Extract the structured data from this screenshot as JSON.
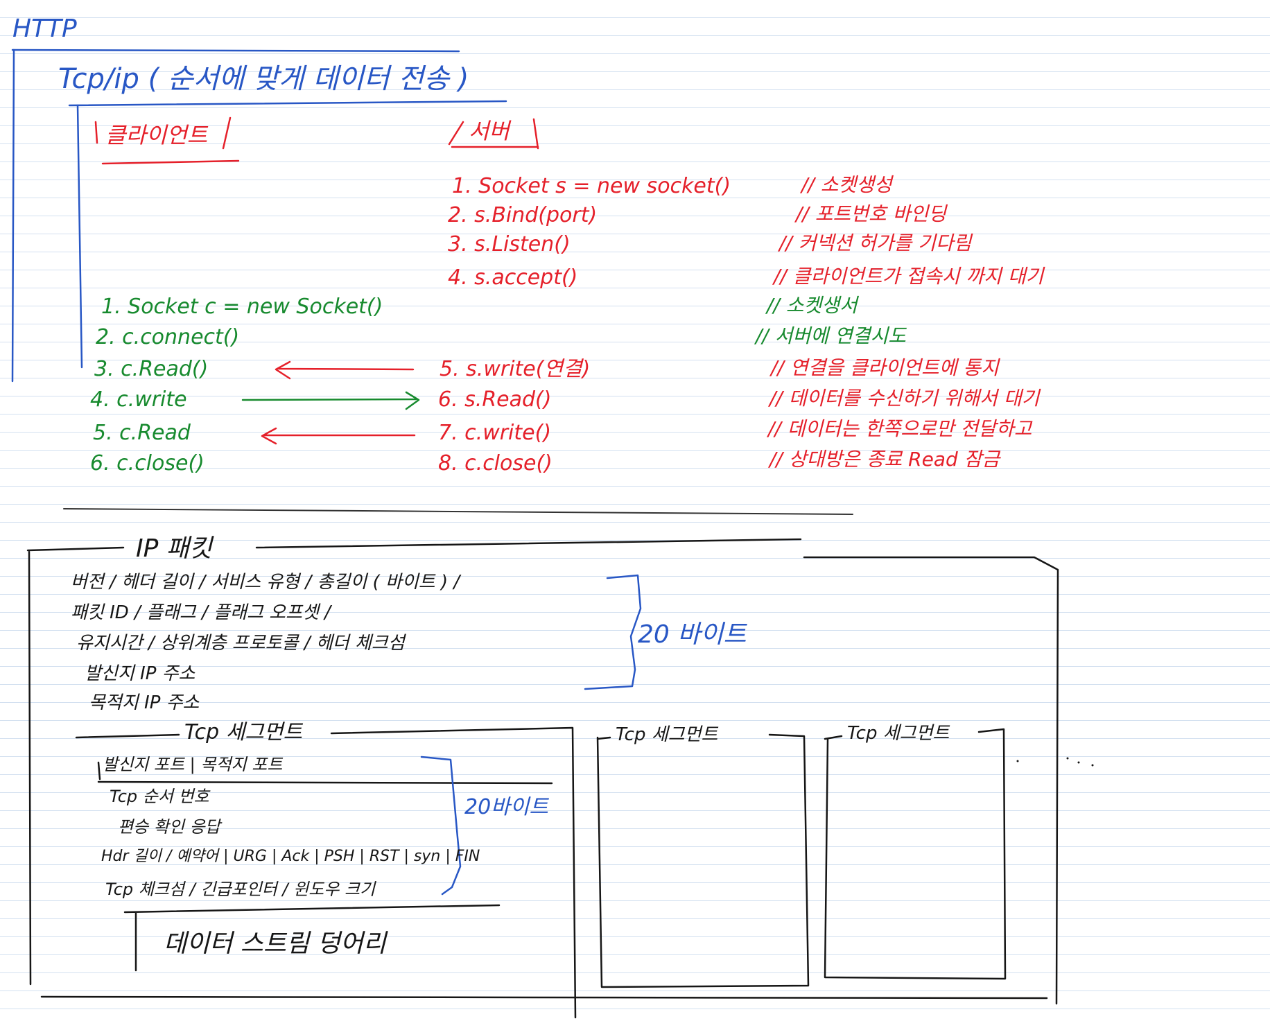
{
  "colors": {
    "blue": "#2857c5",
    "red": "#e5202a",
    "green": "#178a2e",
    "black": "#161616",
    "ruled_line": "#d3e0f0"
  },
  "title": "HTTP",
  "tcpip": {
    "heading": "Tcp/ip ( 순서에 맞게 데이터 전송 )",
    "client_label": "클라이언트",
    "server_label": "서버",
    "server_steps": [
      {
        "code": "1. Socket s = new socket()",
        "comment": "// 소켓생성"
      },
      {
        "code": "2. s.Bind(port)",
        "comment": "// 포트번호 바인딩"
      },
      {
        "code": "3. s.Listen()",
        "comment": "// 커넥션 허가를 기다림"
      },
      {
        "code": "4. s.accept()",
        "comment": "// 클라이언트가 접속시 까지 대기"
      }
    ],
    "client_steps": [
      {
        "code": "1. Socket c = new Socket()",
        "comment": "// 소켓생서"
      },
      {
        "code": "2. c.connect()",
        "comment": "// 서버에 연결시도"
      },
      {
        "code": "3. c.Read()"
      },
      {
        "code": "4. c.write"
      },
      {
        "code": "5. c.Read"
      },
      {
        "code": "6. c.close()"
      }
    ],
    "server_exchange": [
      {
        "code": "5. s.write(연결)",
        "comment": "// 연결을 클라이언트에 통지"
      },
      {
        "code": "6. s.Read()",
        "comment": "// 데이터를 수신하기 위해서 대기"
      },
      {
        "code": "7. c.write()",
        "comment": "// 데이터는 한쪽으로만 전달하고"
      },
      {
        "code": "8. c.close()",
        "comment": "// 상대방은 종료 Read 잠금"
      }
    ]
  },
  "ip_packet": {
    "heading": "IP 패킷",
    "header_lines": [
      "버전 / 헤더 길이 / 서비스 유형 / 총길이 ( 바이트 ) /",
      "패킷 ID / 플래그 / 플래그 오프셋 /",
      "유지시간 / 상위계층 프로토콜 / 헤더 체크섬",
      "발신지 IP 주소",
      "목적지 IP 주소"
    ],
    "header_size": "20 바이트",
    "tcp_segment": {
      "heading": "Tcp 세그먼트",
      "fields": [
        "발신지 포트 | 목적지 포트",
        "Tcp 순서 번호",
        "편승 확인 응답",
        "Hdr 길이 / 예약어 | URG | Ack | PSH | RST | syn | FIN",
        "Tcp 체크섬 / 긴급포인터 / 윈도우 크기"
      ],
      "header_size": "20바이트",
      "payload": "데이터 스트림 덩어리"
    },
    "more_segments": [
      "Tcp 세그먼트",
      "Tcp 세그먼트"
    ]
  }
}
